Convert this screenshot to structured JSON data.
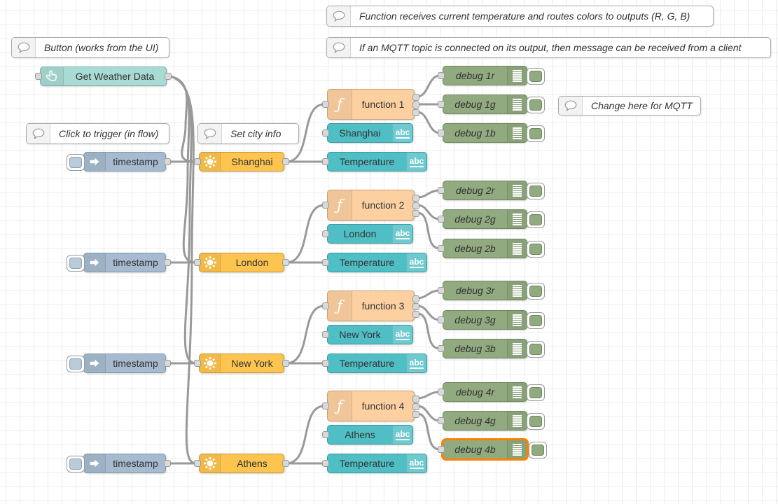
{
  "app": "node-red-flow-editor",
  "comments": {
    "function_note": "Function receives current temperature and routes colors to outputs (R, G, B)",
    "button_note": "Button (works from the UI)",
    "mqtt_note": "If an MQTT topic is connected on its output, then message can be received from a client",
    "click_note": "Click to trigger (in flow)",
    "city_note": "Set city info",
    "change_note": "Change here for MQTT"
  },
  "nodes": {
    "get_weather_label": "Get Weather Data",
    "inject_label": "timestamp",
    "city1": "Shanghai",
    "city2": "London",
    "city3": "New York",
    "city4": "Athens",
    "function1": "function 1",
    "function2": "function 2",
    "function3": "function 3",
    "function4": "function 4",
    "temperature_label": "Temperature",
    "abc_badge": "abc",
    "fn_icon": "ƒ",
    "debug_1r": "debug 1r",
    "debug_1g": "debug 1g",
    "debug_1b": "debug 1b",
    "debug_2r": "debug 2r",
    "debug_2g": "debug 2g",
    "debug_2b": "debug 2b",
    "debug_3r": "debug 3r",
    "debug_3g": "debug 3g",
    "debug_3b": "debug 3b",
    "debug_4r": "debug 4r",
    "debug_4g": "debug 4g",
    "debug_4b": "debug 4b"
  },
  "selection": {
    "selected_node": "debug 4b",
    "selection_color": "#ff8000"
  },
  "colors": {
    "inject": "#a6bbcf",
    "openweathermap": "#fdc44f",
    "function": "#fdd0a2",
    "dashboard": "#4fbfc5",
    "debug": "#91aa80",
    "ui_button": "#a9dbd5",
    "wire": "#999999",
    "grid": "#ececec"
  }
}
